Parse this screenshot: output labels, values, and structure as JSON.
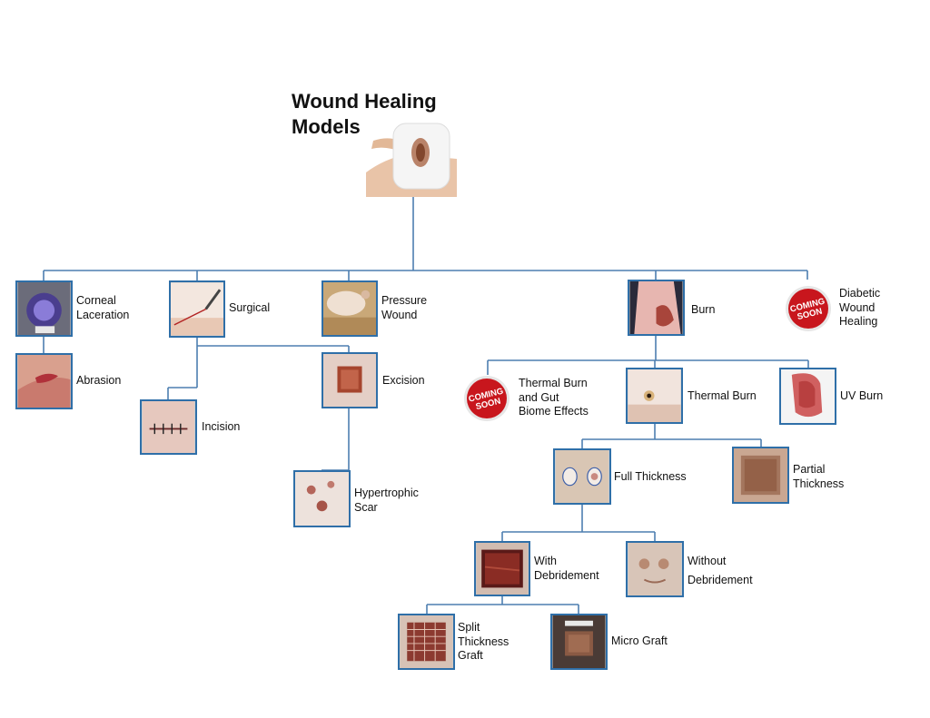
{
  "title": [
    "Wound Healing",
    "Models"
  ],
  "colors": {
    "connector": "#4d7fb0",
    "thumb_border": "#2f6fa8",
    "coming_soon_red": "#c8161d"
  },
  "coming_soon_badge": [
    "COMING",
    "SOON"
  ],
  "nodes": {
    "corneal": [
      "Corneal",
      "Laceration"
    ],
    "surgical": [
      "Surgical"
    ],
    "pressure": [
      "Pressure",
      "Wound"
    ],
    "burn": [
      "Burn"
    ],
    "diabetic": [
      "Diabetic",
      "Wound",
      "Healing"
    ],
    "abrasion": [
      "Abrasion"
    ],
    "incision": [
      "Incision"
    ],
    "excision": [
      "Excision"
    ],
    "hypertrophic": [
      "Hypertrophic",
      "Scar"
    ],
    "thermal_gut": [
      "Thermal Burn",
      "and Gut",
      "Biome Effects"
    ],
    "thermal": [
      "Thermal Burn"
    ],
    "uv": [
      "UV Burn"
    ],
    "full": [
      "Full Thickness"
    ],
    "partial": [
      "Partial",
      "Thickness"
    ],
    "with_deb": [
      "With",
      "Debridement"
    ],
    "without_deb": [
      "Without",
      "Debridement"
    ],
    "split": [
      "Split",
      "Thickness",
      "Graft"
    ],
    "micro": [
      "Micro Graft"
    ]
  }
}
